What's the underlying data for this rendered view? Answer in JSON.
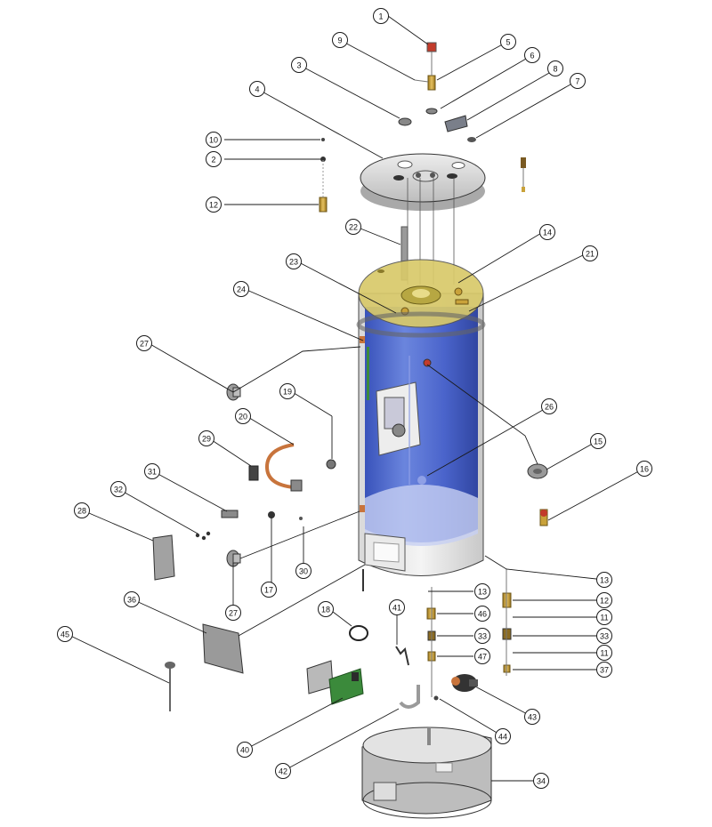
{
  "diagram": {
    "colors": {
      "tank_blue": "#3a57c8",
      "tank_blue_light": "#7f97e6",
      "lid_yellow": "#d8c96a",
      "brass": "#c9a23a",
      "grey_metal": "#b8b8b8",
      "orange_pipe": "#c8743c",
      "green_board": "#3b8a3b",
      "line": "#1a1a1a"
    },
    "callouts": [
      {
        "id": "c1",
        "label": "1"
      },
      {
        "id": "c2",
        "label": "2"
      },
      {
        "id": "c3",
        "label": "3"
      },
      {
        "id": "c4",
        "label": "4"
      },
      {
        "id": "c5",
        "label": "5"
      },
      {
        "id": "c6",
        "label": "6"
      },
      {
        "id": "c7",
        "label": "7"
      },
      {
        "id": "c8",
        "label": "8"
      },
      {
        "id": "c9",
        "label": "9"
      },
      {
        "id": "c10",
        "label": "10"
      },
      {
        "id": "c11a",
        "label": "11"
      },
      {
        "id": "c11b",
        "label": "11"
      },
      {
        "id": "c12a",
        "label": "12"
      },
      {
        "id": "c12b",
        "label": "12"
      },
      {
        "id": "c13a",
        "label": "13"
      },
      {
        "id": "c13b",
        "label": "13"
      },
      {
        "id": "c14",
        "label": "14"
      },
      {
        "id": "c15",
        "label": "15"
      },
      {
        "id": "c16",
        "label": "16"
      },
      {
        "id": "c17",
        "label": "17"
      },
      {
        "id": "c18",
        "label": "18"
      },
      {
        "id": "c19",
        "label": "19"
      },
      {
        "id": "c20",
        "label": "20"
      },
      {
        "id": "c21",
        "label": "21"
      },
      {
        "id": "c22",
        "label": "22"
      },
      {
        "id": "c23",
        "label": "23"
      },
      {
        "id": "c24",
        "label": "24"
      },
      {
        "id": "c26",
        "label": "26"
      },
      {
        "id": "c27a",
        "label": "27"
      },
      {
        "id": "c27b",
        "label": "27"
      },
      {
        "id": "c28",
        "label": "28"
      },
      {
        "id": "c29",
        "label": "29"
      },
      {
        "id": "c30",
        "label": "30"
      },
      {
        "id": "c31",
        "label": "31"
      },
      {
        "id": "c32",
        "label": "32"
      },
      {
        "id": "c33a",
        "label": "33"
      },
      {
        "id": "c33b",
        "label": "33"
      },
      {
        "id": "c34",
        "label": "34"
      },
      {
        "id": "c36",
        "label": "36"
      },
      {
        "id": "c37",
        "label": "37"
      },
      {
        "id": "c40",
        "label": "40"
      },
      {
        "id": "c41",
        "label": "41"
      },
      {
        "id": "c42",
        "label": "42"
      },
      {
        "id": "c43",
        "label": "43"
      },
      {
        "id": "c44",
        "label": "44"
      },
      {
        "id": "c45",
        "label": "45"
      },
      {
        "id": "c46",
        "label": "46"
      },
      {
        "id": "c47",
        "label": "47"
      }
    ]
  }
}
